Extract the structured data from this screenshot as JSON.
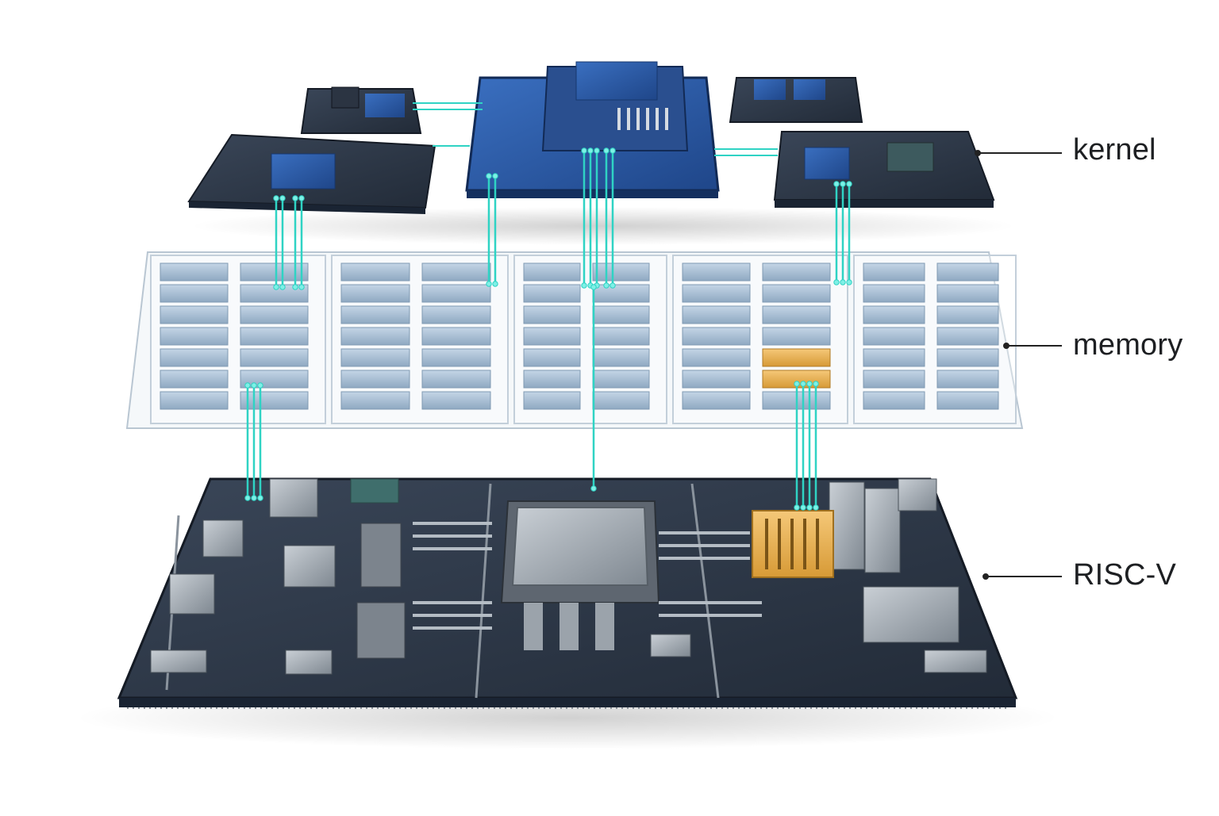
{
  "labels": {
    "kernel": "kernel",
    "memory": "memory",
    "riscv": "RISC-V"
  },
  "colors": {
    "background": "#ffffff",
    "board_dark": "#2a3444",
    "board_edge": "#1a2230",
    "chip_blue": "#2f5ea8",
    "chip_blue_light": "#4f7fc4",
    "metal": "#9ea6ae",
    "memory_cell": "#a9c0d6",
    "memory_highlight": "#e8b04a",
    "interconnect": "#2fd3c4",
    "label_text": "#1d1f22",
    "leader_line": "#222222"
  },
  "icons": {
    "kernel_layer": "kernel-board-icon",
    "memory_layer": "memory-bank-icon",
    "riscv_layer": "riscv-board-icon"
  }
}
